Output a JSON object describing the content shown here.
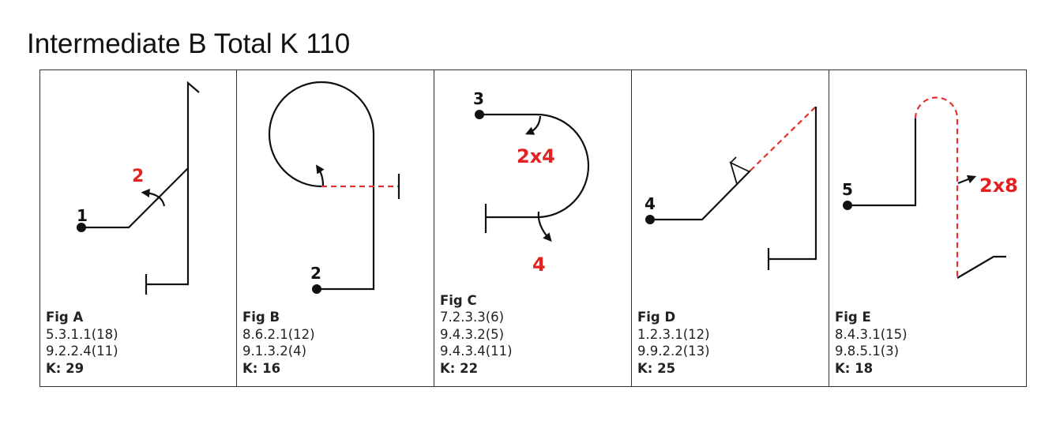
{
  "title": "Intermediate B Total K 110",
  "figures": [
    {
      "name": "Fig A",
      "lines": [
        "5.3.1.1(18)",
        "9.2.2.4(11)"
      ],
      "k": "K: 29",
      "start": "1",
      "marks": [
        "2"
      ]
    },
    {
      "name": "Fig B",
      "lines": [
        "8.6.2.1(12)",
        "9.1.3.2(4)"
      ],
      "k": "K: 16",
      "start": "2",
      "marks": []
    },
    {
      "name": "Fig C",
      "lines": [
        "7.2.3.3(6)",
        "9.4.3.2(5)",
        "9.4.3.4(11)"
      ],
      "k": "K: 22",
      "start": "3",
      "marks": [
        "2x4",
        "4"
      ]
    },
    {
      "name": "Fig D",
      "lines": [
        "1.2.3.1(12)",
        "9.9.2.2(13)"
      ],
      "k": "K: 25",
      "start": "4",
      "marks": []
    },
    {
      "name": "Fig E",
      "lines": [
        "8.4.3.1(15)",
        "9.8.5.1(3)"
      ],
      "k": "K: 18",
      "start": "5",
      "marks": [
        "2x8"
      ]
    }
  ],
  "colors": {
    "line": "#111111",
    "accent": "#e53030",
    "border": "#333333"
  }
}
